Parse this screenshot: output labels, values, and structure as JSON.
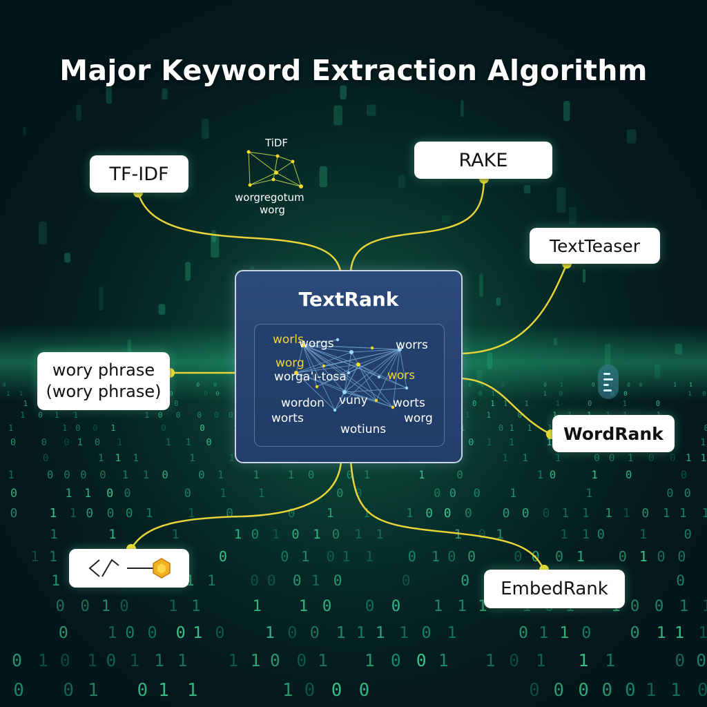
{
  "title": "Major Keyword Extraction Algorithm",
  "center": {
    "label": "TextRank",
    "graph_words": [
      {
        "text": "worls",
        "yellow": true
      },
      {
        "text": "worgs",
        "yellow": false
      },
      {
        "text": "worrs",
        "yellow": false
      },
      {
        "text": "worg",
        "yellow": true
      },
      {
        "text": "worga’ı-tosa",
        "yellow": false
      },
      {
        "text": "wors",
        "yellow": true
      },
      {
        "text": "wordon",
        "yellow": false
      },
      {
        "text": "vuny",
        "yellow": false
      },
      {
        "text": "worts",
        "yellow": false
      },
      {
        "text": "worts",
        "yellow": false
      },
      {
        "text": "worg",
        "yellow": false
      },
      {
        "text": "wotiuns",
        "yellow": false
      }
    ]
  },
  "nodes": {
    "tfidf": "TF-IDF",
    "rake": "RAKE",
    "textteaser": "TextTeaser",
    "wordrank": "WordRank",
    "embedrank": "EmbedRank",
    "phrase_line1": "wory phrase",
    "phrase_line2": "(wory phrase)"
  },
  "mini_graph": {
    "label_top": "TiDF",
    "label_mid": "worgregotum",
    "label_bot": "worg"
  },
  "icon_card": {
    "icons": [
      "code-bracket-icon",
      "dash-icon",
      "hexagon-icon"
    ]
  },
  "colors": {
    "background": "#03161b",
    "connector": "#e8d43a",
    "accent_green": "#3ee08a",
    "textrank_panel": "#2c4a7a"
  }
}
